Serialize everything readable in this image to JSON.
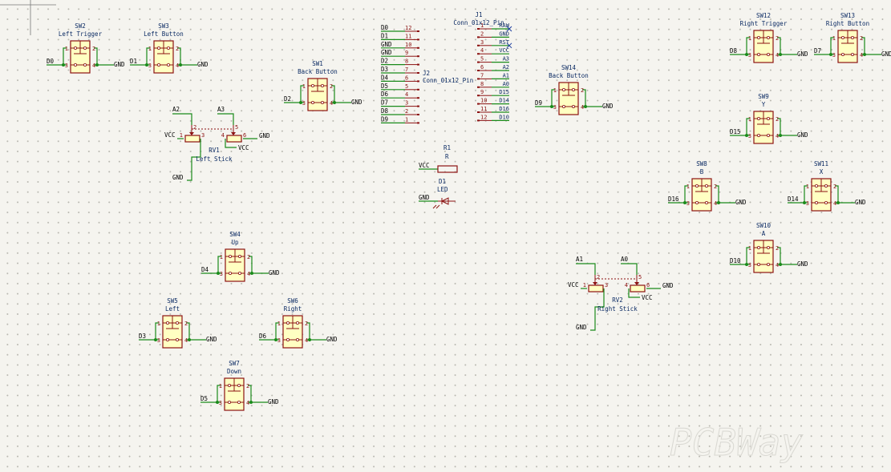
{
  "switches": [
    {
      "id": "SW2",
      "ref": "SW2",
      "value": "Left Trigger",
      "left_net": "D0",
      "right_net": "GND"
    },
    {
      "id": "SW3",
      "ref": "SW3",
      "value": "Left Button",
      "left_net": "D1",
      "right_net": "GND"
    },
    {
      "id": "SW1",
      "ref": "SW1",
      "value": "Back Button",
      "left_net": "D2",
      "right_net": "GND"
    },
    {
      "id": "SW14",
      "ref": "SW14",
      "value": "Back Button",
      "left_net": "D9",
      "right_net": "GND"
    },
    {
      "id": "SW12",
      "ref": "SW12",
      "value": "Right Trigger",
      "left_net": "D8",
      "right_net": "GND"
    },
    {
      "id": "SW13",
      "ref": "SW13",
      "value": "Right Button",
      "left_net": "D7",
      "right_net": "GND"
    },
    {
      "id": "SW9",
      "ref": "SW9",
      "value": "Y",
      "left_net": "D15",
      "right_net": "GND"
    },
    {
      "id": "SW8",
      "ref": "SW8",
      "value": "B",
      "left_net": "D16",
      "right_net": "GND"
    },
    {
      "id": "SW11",
      "ref": "SW11",
      "value": "X",
      "left_net": "D14",
      "right_net": "GND"
    },
    {
      "id": "SW10",
      "ref": "SW10",
      "value": "A",
      "left_net": "D10",
      "right_net": "GND"
    },
    {
      "id": "SW4",
      "ref": "SW4",
      "value": "Up",
      "left_net": "D4",
      "right_net": "GND"
    },
    {
      "id": "SW5",
      "ref": "SW5",
      "value": "Left",
      "left_net": "D3",
      "right_net": "GND"
    },
    {
      "id": "SW6",
      "ref": "SW6",
      "value": "Right",
      "left_net": "D6",
      "right_net": "GND"
    },
    {
      "id": "SW7",
      "ref": "SW7",
      "value": "Down",
      "left_net": "D5",
      "right_net": "GND"
    }
  ],
  "pin_numbers": [
    "1",
    "2",
    "3",
    "4"
  ],
  "pots": [
    {
      "id": "RV1",
      "ref": "RV1",
      "value": "Left Stick",
      "wiper_a": "A2",
      "wiper_b": "A3",
      "vcc_left": "VCC",
      "gnd_right": "GND",
      "vcc_bottom": "VCC",
      "gnd_bottom": "GND",
      "pins": [
        "1",
        "2",
        "3",
        "4",
        "5",
        "6"
      ]
    },
    {
      "id": "RV2",
      "ref": "RV2",
      "value": "Right Stick",
      "wiper_a": "A1",
      "wiper_b": "A0",
      "vcc_left": "VCC",
      "gnd_right": "GND",
      "vcc_bottom": "VCC",
      "gnd_bottom": "GND",
      "pins": [
        "1",
        "2",
        "3",
        "4",
        "5",
        "6"
      ]
    }
  ],
  "connector_j2": {
    "ref": "J2",
    "value": "Conn_01x12_Pin",
    "pins": [
      {
        "net": "D0",
        "num": "12"
      },
      {
        "net": "D1",
        "num": "11"
      },
      {
        "net": "GND",
        "num": "10"
      },
      {
        "net": "GND",
        "num": "9"
      },
      {
        "net": "D2",
        "num": "8"
      },
      {
        "net": "D3",
        "num": "7"
      },
      {
        "net": "D4",
        "num": "6"
      },
      {
        "net": "D5",
        "num": "5"
      },
      {
        "net": "D6",
        "num": "4"
      },
      {
        "net": "D7",
        "num": "3"
      },
      {
        "net": "D8",
        "num": "2"
      },
      {
        "net": "D9",
        "num": "1"
      }
    ]
  },
  "connector_j1": {
    "ref": "J1",
    "value": "Conn_01x12_Pin",
    "pins": [
      {
        "num": "1",
        "net": "RAW",
        "nc": true
      },
      {
        "num": "2",
        "net": "GND",
        "nc": false
      },
      {
        "num": "3",
        "net": "RST",
        "nc": true
      },
      {
        "num": "4",
        "net": "VCC",
        "nc": false
      },
      {
        "num": "5",
        "net": "A3",
        "nc": false
      },
      {
        "num": "6",
        "net": "A2",
        "nc": false
      },
      {
        "num": "7",
        "net": "A1",
        "nc": false
      },
      {
        "num": "8",
        "net": "A0",
        "nc": false
      },
      {
        "num": "9",
        "net": "D15",
        "nc": false
      },
      {
        "num": "10",
        "net": "D14",
        "nc": false
      },
      {
        "num": "11",
        "net": "D16",
        "nc": false
      },
      {
        "num": "12",
        "net": "D10",
        "nc": false
      }
    ]
  },
  "resistor": {
    "ref": "R1",
    "value": "R",
    "net": "VCC"
  },
  "led": {
    "ref": "D1",
    "value": "LED",
    "net": "GND"
  },
  "watermark": "PCBWay",
  "colors": {
    "wire": "#1a8a1a",
    "symbol": "#8b1111",
    "fill": "#ffffc2",
    "text": "#0b2a63"
  }
}
